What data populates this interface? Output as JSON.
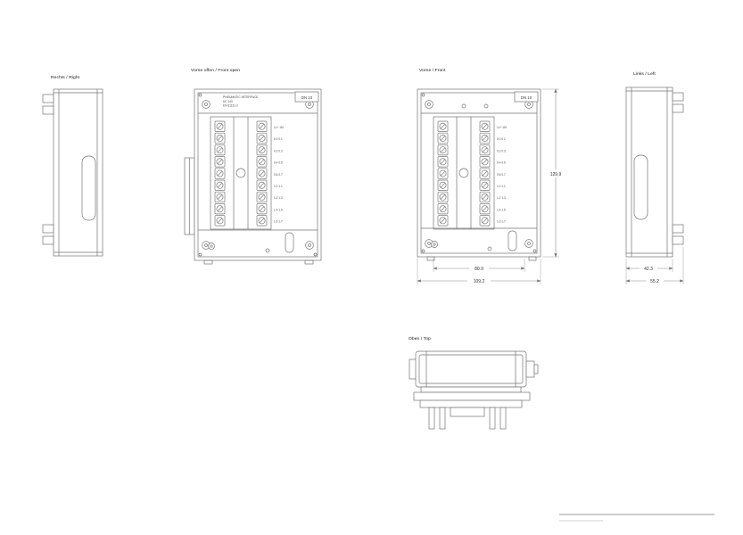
{
  "sheet": {
    "background": "#ffffff"
  },
  "colors": {
    "line": "#747474",
    "text": "#222222"
  },
  "views": {
    "right": {
      "label": "Rechts / Right"
    },
    "front_open": {
      "label": "Vorne offen / Front open",
      "header": {
        "line1": "PNEUMATIC INTERFACE",
        "line2": "DC 24V",
        "line3": "EN 61131-2"
      },
      "corner_label": "DN 10",
      "terminal_labels": [
        "1L+ 1M",
        "0.0 0.1",
        "0.2 0.3",
        "0.4 0.5",
        "0.6 0.7",
        "1.0 1.1",
        "1.2 1.3",
        "1.4 1.5",
        "1.6 1.7"
      ]
    },
    "front": {
      "label": "Vorne / Front",
      "corner_label": "DN 10",
      "terminal_labels": [
        "1L+ 1M",
        "0.0 0.1",
        "0.2 0.3",
        "0.4 0.5",
        "0.6 0.7",
        "1.0 1.1",
        "1.2 1.3",
        "1.4 1.5",
        "1.6 1.7"
      ],
      "dims": {
        "height": "129.9",
        "width_inner": "80.9",
        "width_outer": "109.2"
      }
    },
    "left": {
      "label": "Links / Left",
      "dims": {
        "depth_inner": "42.3",
        "depth_outer": "55.2"
      }
    },
    "top": {
      "label": "Oben / Top"
    }
  }
}
